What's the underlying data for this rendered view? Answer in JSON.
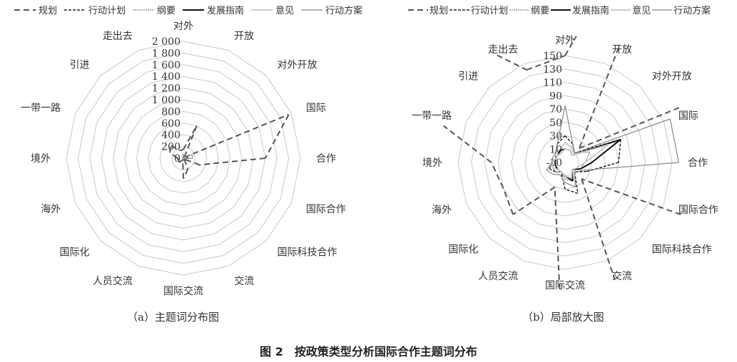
{
  "chart_data": [
    {
      "type": "radar",
      "id": "a",
      "caption": "（a）主题词分布图",
      "rlim": [
        0,
        2000
      ],
      "ticks": [
        "0",
        "200",
        "400",
        "600",
        "800",
        "1 000",
        "1 200",
        "1 400",
        "1 600",
        "1 800",
        "2 000"
      ]
    },
    {
      "type": "radar",
      "id": "b",
      "caption": "（b）局部放大图",
      "rlim": [
        -10,
        150
      ],
      "ticks": [
        "-10",
        "10",
        "30",
        "50",
        "70",
        "90",
        "110",
        "130",
        "150"
      ]
    }
  ],
  "axes": [
    "对外",
    "开放",
    "对外开放",
    "国际",
    "合作",
    "国际合作",
    "国际科技合作",
    "交流",
    "国际交流",
    "人员交流",
    "国际化",
    "海外",
    "境外",
    "一带一路",
    "引进",
    "走出去"
  ],
  "series": [
    {
      "name": "规划",
      "color": "#555555",
      "values": [
        150,
        600,
        20,
        1950,
        1400,
        300,
        25,
        200,
        350,
        30,
        100,
        90,
        100,
        250,
        300,
        140
      ]
    },
    {
      "name": "行动计划",
      "color": "#222222",
      "values": [
        30,
        20,
        10,
        80,
        70,
        25,
        10,
        40,
        30,
        5,
        10,
        15,
        10,
        5,
        10,
        20
      ]
    },
    {
      "name": "纲要",
      "color": "#888888",
      "values": [
        20,
        15,
        10,
        30,
        20,
        15,
        5,
        20,
        15,
        5,
        10,
        10,
        5,
        5,
        5,
        10
      ]
    },
    {
      "name": "发展指南",
      "color": "#111111",
      "values": [
        10,
        10,
        5,
        80,
        30,
        15,
        5,
        20,
        10,
        5,
        5,
        5,
        5,
        5,
        5,
        10
      ]
    },
    {
      "name": "意见",
      "color": "#cccccc",
      "values": [
        10,
        10,
        5,
        60,
        20,
        10,
        5,
        15,
        10,
        5,
        5,
        10,
        10,
        5,
        5,
        5
      ]
    },
    {
      "name": "行动方案",
      "color": "#888888",
      "values": [
        75,
        20,
        10,
        160,
        160,
        20,
        10,
        30,
        20,
        10,
        15,
        20,
        10,
        10,
        10,
        20
      ]
    }
  ],
  "figure_title": "图 2　按政策类型分析国际合作主题词分布"
}
